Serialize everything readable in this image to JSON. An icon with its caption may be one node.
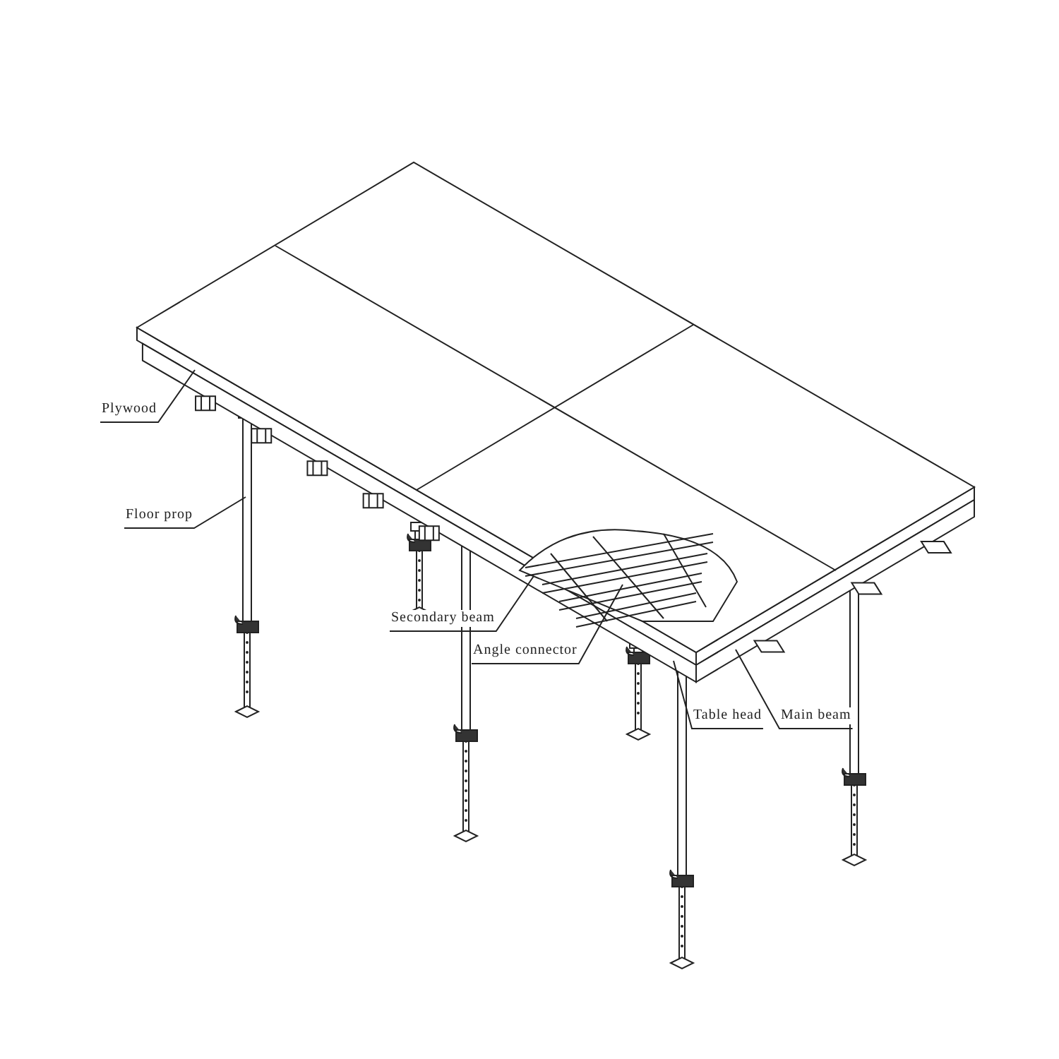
{
  "diagram": {
    "nodes": [
      {
        "text": [
          "Plywood"
        ]
      },
      {
        "text": [
          "Floor prop"
        ]
      },
      {
        "text": [
          "Secondary beam"
        ]
      },
      {
        "text": [
          "Angle connector"
        ]
      },
      {
        "text": [
          "Table head"
        ]
      },
      {
        "text": [
          "Main beam"
        ]
      }
    ],
    "edges": [
      {
        "from": 0,
        "to": null,
        "arrow": "none"
      },
      {
        "from": 1,
        "to": null,
        "arrow": "none"
      },
      {
        "from": 2,
        "to": null,
        "arrow": "none"
      },
      {
        "from": 3,
        "to": null,
        "arrow": "none"
      },
      {
        "from": 4,
        "to": null,
        "arrow": "none"
      },
      {
        "from": 5,
        "to": null,
        "arrow": "none"
      }
    ]
  }
}
